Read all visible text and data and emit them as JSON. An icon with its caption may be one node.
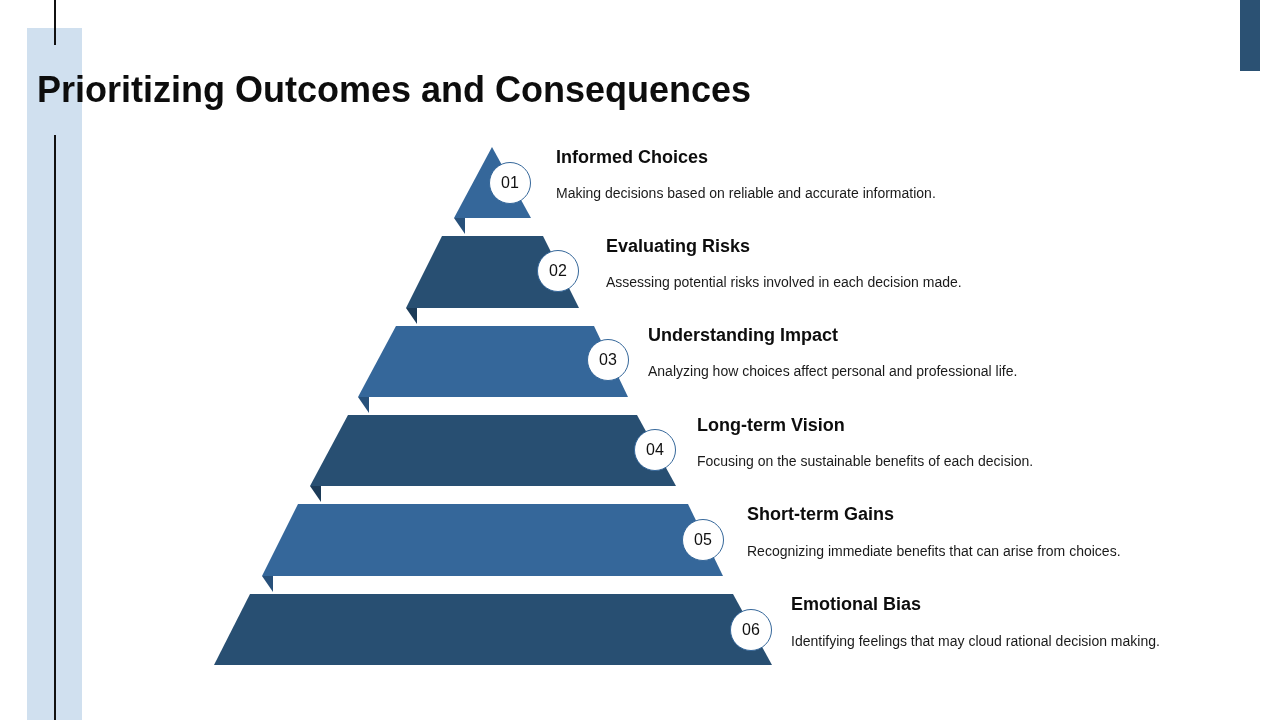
{
  "diagram": {
    "title": "Prioritizing Outcomes and Consequences",
    "nodes": [
      {
        "text": [
          "01",
          "Informed Choices",
          "Making decisions based on reliable and accurate information."
        ]
      },
      {
        "text": [
          "02",
          "Evaluating Risks",
          "Assessing potential risks involved in each decision made."
        ]
      },
      {
        "text": [
          "03",
          "Understanding Impact",
          "Analyzing how choices affect personal and professional life."
        ]
      },
      {
        "text": [
          "04",
          "Long-term Vision",
          "Focusing on the sustainable benefits of each decision."
        ]
      },
      {
        "text": [
          "05",
          "Short-term Gains",
          "Recognizing immediate benefits that can arise from choices."
        ]
      },
      {
        "text": [
          "06",
          "Emotional Bias",
          "Identifying feelings that may cloud rational decision making."
        ]
      }
    ]
  }
}
